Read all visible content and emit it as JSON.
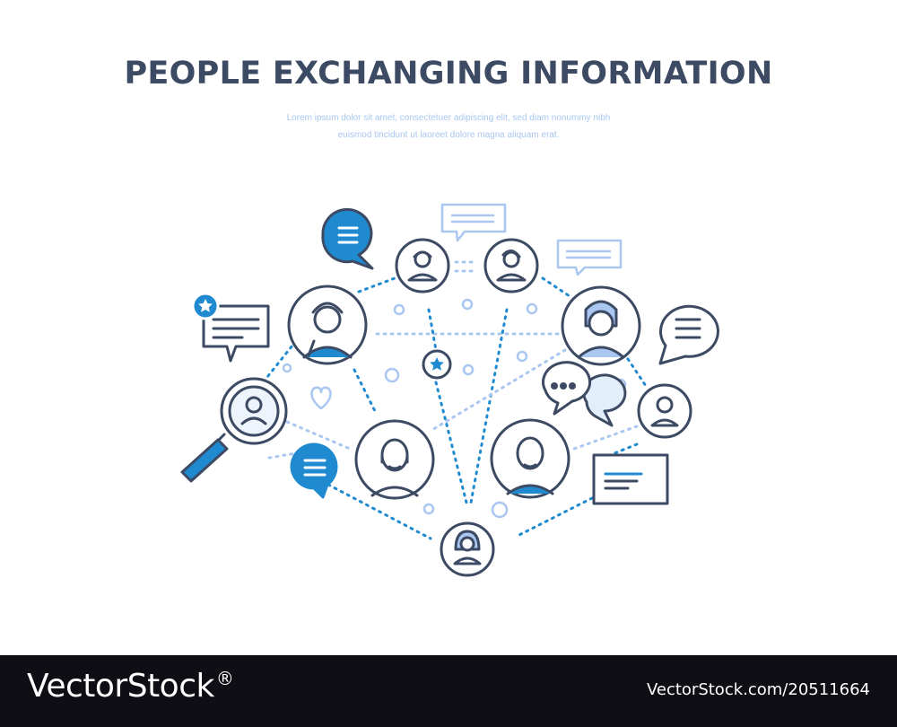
{
  "header": {
    "title": "PEOPLE EXCHANGING INFORMATION",
    "subtitle_line1": "Lorem ipsum dolor sit amet, consectetuer adipiscing elit, sed diam nonummy nibh",
    "subtitle_line2": "euismod tincidunt ut laoreet dolore magna aliquam erat."
  },
  "footer": {
    "brand": "VectorStock",
    "brand_mark": "®",
    "image_id": "VectorStock.com/20511664"
  },
  "colors": {
    "outline": "#3d4a63",
    "accent_blue": "#1f8ad0",
    "light_blue": "#a9c7f0",
    "footer_bg": "#0e0e14"
  },
  "icons": [
    "magnifier-user-icon",
    "person-avatar-icon",
    "chat-bubble-icon",
    "star-badge-icon",
    "heart-icon",
    "text-card-icon"
  ]
}
